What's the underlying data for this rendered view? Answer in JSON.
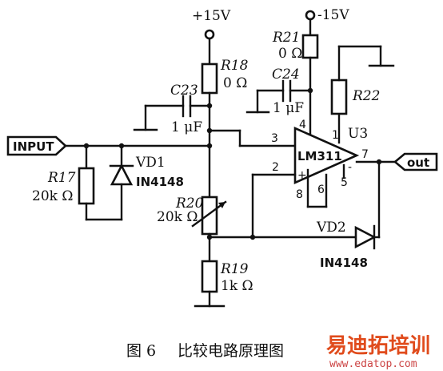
{
  "labels": {
    "plus15": "+15V",
    "minus15": "-15V",
    "input": "INPUT",
    "output": "out",
    "r21": "R21",
    "r21_val": "0 Ω",
    "r18": "R18",
    "r18_val": "0 Ω",
    "c23": "C23",
    "c23_val": "1 μF",
    "c24": "C24",
    "c24_val": "1 μF",
    "r22": "R22",
    "u3": "U3",
    "lm311": "LM311",
    "vd1": "VD1",
    "vd1_part": "IN4148",
    "r17": "R17",
    "r17_val": "20k Ω",
    "r20": "R20",
    "r20_val": "20k Ω",
    "vd2": "VD2",
    "vd2_part": "IN4148",
    "r19": "R19",
    "r19_val": "1k Ω",
    "pin_1": "1",
    "pin_2": "2",
    "pin_3": "3",
    "pin_4": "4",
    "pin_5": "5",
    "pin_6": "6",
    "pin_7": "7",
    "pin_8": "8",
    "plus_sign": "+",
    "minus_sign": "-"
  },
  "caption": {
    "figure": "图 6",
    "title": "比较电路原理图"
  },
  "watermark": {
    "brand": "易迪拓培训",
    "url": "www.edatop.com"
  }
}
